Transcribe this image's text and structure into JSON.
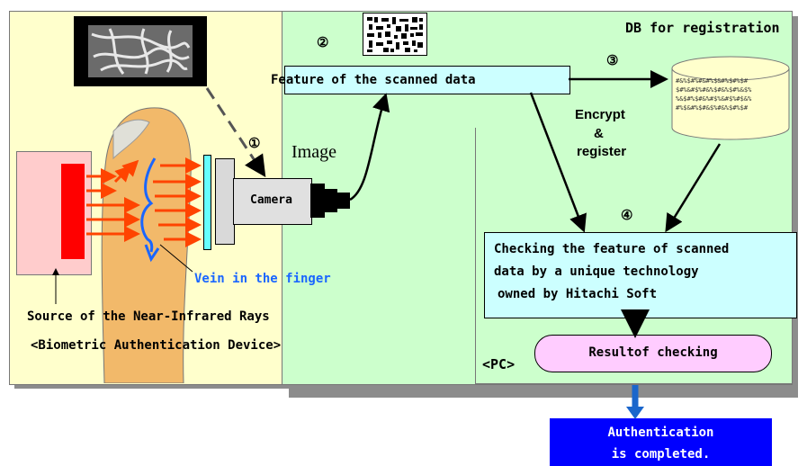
{
  "labels": {
    "db_title": "DB for registration",
    "feature_box": "Feature of the scanned data",
    "encrypt": "Encrypt",
    "ampersand": "&",
    "register": "register",
    "image": "Image",
    "camera": "Camera",
    "vein": "Vein in the finger",
    "checking": [
      "Checking the feature of scanned",
      "data by a unique technology",
      "owned by Hitachi Soft"
    ],
    "result": "Resultof checking",
    "pc": "<PC>",
    "source": "Source of the Near-Infrared Rays",
    "device": "<Biometric Authentication Device>",
    "auth": [
      "Authentication",
      "is completed."
    ],
    "step1": "①",
    "step2": "②",
    "step3": "③",
    "step4": "④"
  },
  "colors": {
    "device_panel": "#ffffcc",
    "pc_panel": "#ccffcc",
    "box": "#ccffff",
    "result_box": "#ffccff",
    "auth_box": "#0000ff",
    "ray": "#ff4400",
    "vein": "#1a66ff",
    "emitter": "#ff0000",
    "emitter_bg": "#ffcccc",
    "finger": "#f2b96a",
    "down_arrow": "#1a66cc"
  },
  "icons": [
    "vein-image-icon",
    "qr-pattern-icon",
    "database-cylinder-icon",
    "camera-icon",
    "finger-icon"
  ]
}
